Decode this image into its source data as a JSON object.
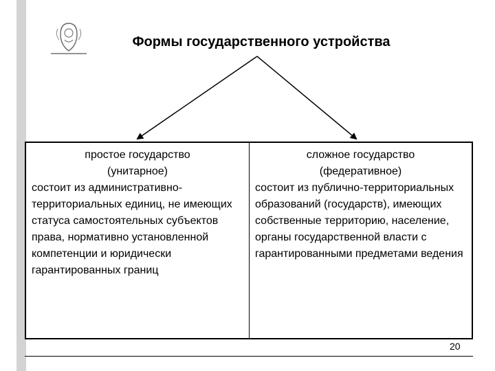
{
  "title": "Формы государственного устройства",
  "left": {
    "heading_line1": "простое государство",
    "heading_line2": "(унитарное)",
    "body": "состоит из административно-территориальных единиц, не имеющих статуса самостоятельных субъектов права, нормативно установленной компетенции и юридически гарантированных границ"
  },
  "right": {
    "heading_line1": "сложное государство",
    "heading_line2": "(федеративное)",
    "body": "состоит из публично-территориальных образований (государств), имеющих собственные территорию, население, органы государственной власти с гарантированными предметами ведения"
  },
  "page_number": "20",
  "icons": {
    "logo": "coat-of-arms-emblem-icon"
  },
  "colors": {
    "sidebar": "#d3d3d3",
    "line": "#000000"
  }
}
